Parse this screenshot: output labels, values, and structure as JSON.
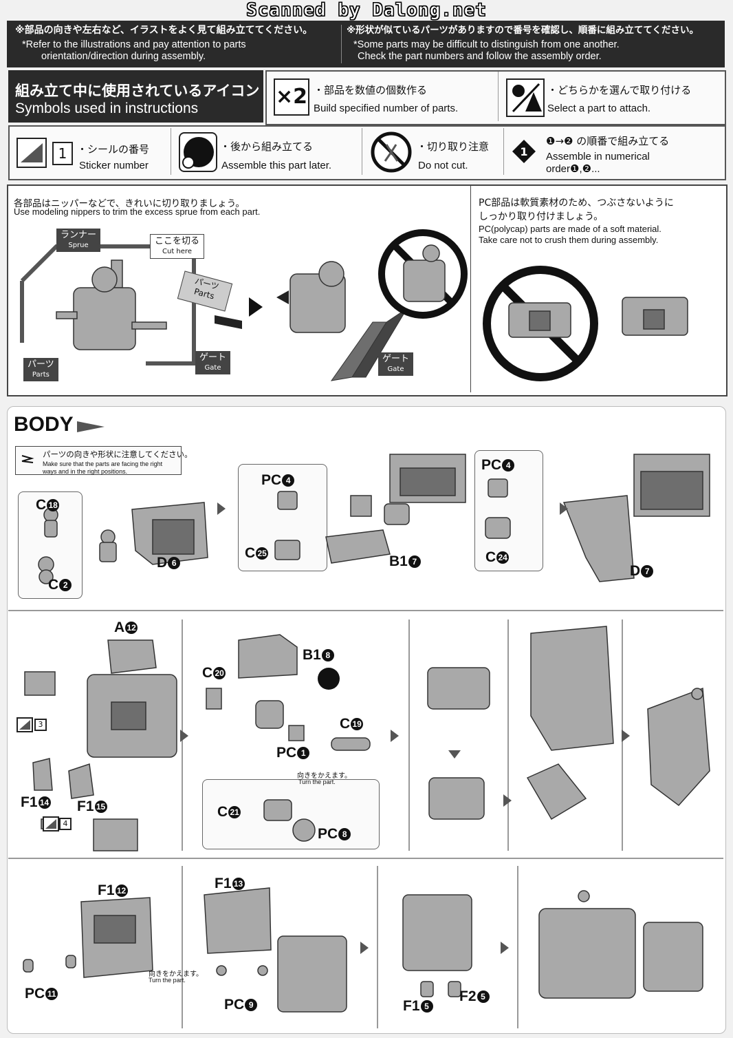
{
  "scan_banner": "Scanned by Dalong.net",
  "top_notes": {
    "left_jp": "※部品の向きや左右など、イラストをよく見て組み立ててください。",
    "left_en_1": "*Refer to the illustrations and pay attention to parts",
    "left_en_2": "orientation/direction during assembly.",
    "right_jp": "※形状が似ているパーツがありますので番号を確認し、順番に組み立ててください。",
    "right_en_1": "*Some parts may be difficult to distinguish from one another.",
    "right_en_2": "Check the part numbers and follow the assembly order."
  },
  "symbols": {
    "title_jp": "組み立て中に使用されているアイコン",
    "title_en": "Symbols used in instructions",
    "x2": {
      "icon": "×2",
      "jp": "・部品を数値の個数作る",
      "en": "Build specified number of parts."
    },
    "select": {
      "jp": "・どちらかを選んで取り付ける",
      "en": "Select a part to attach."
    },
    "sticker": {
      "num": "1",
      "jp": "・シールの番号",
      "en": "Sticker number"
    },
    "later": {
      "jp": "・後から組み立てる",
      "en": "Assemble this part later."
    },
    "nocut": {
      "jp": "・切り取り注意",
      "en": "Do not cut."
    },
    "order": {
      "num": "1",
      "jp": "❶→❷ の順番で組み立てる",
      "en_1": "Assemble in numerical",
      "en_2": "order❶,❷..."
    }
  },
  "nippers": {
    "jp": "各部品はニッパーなどで、きれいに切り取りましょう。",
    "en": "Use modeling nippers to trim the excess sprue from each part.",
    "runner_jp": "ランナー",
    "runner_en": "Sprue",
    "cut_jp": "ここを切る",
    "cut_en": "Cut here",
    "parts_jp": "パーツ",
    "parts_en": "Parts",
    "gate_jp": "ゲート",
    "gate_en": "Gate"
  },
  "pc_note": {
    "jp_1": "PC部品は軟質素材のため、つぶさないように",
    "jp_2": "しっかり取り付けましょう。",
    "en_1": "PC(polycap) parts are made of a soft material.",
    "en_2": "Take care not to crush them during assembly."
  },
  "body": {
    "title": "BODY",
    "note_jp": "パーツの向きや形状に注意してください。",
    "note_en_1": "Make sure that the parts are facing the right",
    "note_en_2": "ways and in the right positions.",
    "turn_jp": "向きをかえます。",
    "turn_en": "Turn the part.",
    "turn2_jp": "向きをかえます。",
    "turn2_en": "Turn the part."
  },
  "parts": {
    "c18": {
      "letter": "C",
      "num": "18"
    },
    "c2": {
      "letter": "C",
      "num": "2"
    },
    "d6": {
      "letter": "D",
      "num": "6"
    },
    "pc4a": {
      "letter": "PC",
      "num": "4"
    },
    "c25": {
      "letter": "C",
      "num": "25"
    },
    "b17": {
      "letter": "B1",
      "num": "7"
    },
    "pc4b": {
      "letter": "PC",
      "num": "4"
    },
    "c24": {
      "letter": "C",
      "num": "24"
    },
    "d7": {
      "letter": "D",
      "num": "7"
    },
    "a12": {
      "letter": "A",
      "num": "12"
    },
    "f114": {
      "letter": "F1",
      "num": "14"
    },
    "f115": {
      "letter": "F1",
      "num": "15"
    },
    "sticker3": "3",
    "sticker4": "4",
    "b18": {
      "letter": "B1",
      "num": "8"
    },
    "c20": {
      "letter": "C",
      "num": "20"
    },
    "c19": {
      "letter": "C",
      "num": "19"
    },
    "pc1": {
      "letter": "PC",
      "num": "1"
    },
    "c21": {
      "letter": "C",
      "num": "21"
    },
    "pc8": {
      "letter": "PC",
      "num": "8"
    },
    "f112": {
      "letter": "F1",
      "num": "12"
    },
    "pc11": {
      "letter": "PC",
      "num": "11"
    },
    "f113": {
      "letter": "F1",
      "num": "13"
    },
    "pc9": {
      "letter": "PC",
      "num": "9"
    },
    "f15": {
      "letter": "F1",
      "num": "5"
    },
    "f25": {
      "letter": "F2",
      "num": "5"
    }
  },
  "colors": {
    "dark": "#2a2a2a",
    "part": "#a9a9a9"
  }
}
